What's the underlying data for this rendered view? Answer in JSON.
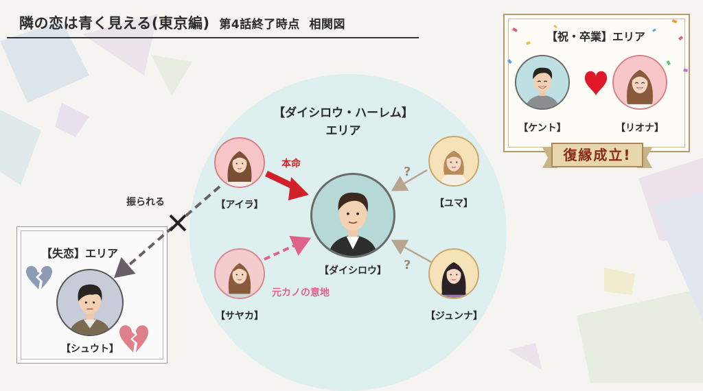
{
  "title": {
    "main": "隣の恋は青く見える(東京編)",
    "sub": "第4話終了時点",
    "suffix": "相関図"
  },
  "harem_area": {
    "title_line1": "【ダイシロウ・ハーレム】",
    "title_line2": "エリア"
  },
  "people": {
    "daishirou": "【ダイシロウ】",
    "aira": "【アイラ】",
    "sayaka": "【サヤカ】",
    "yuma": "【ユマ】",
    "junna": "【ジュンナ】",
    "shuuto": "【シュウト】",
    "kento": "【ケント】",
    "riona": "【リオナ】"
  },
  "relations": {
    "honmei": "本命",
    "motokano": "元カノの意地",
    "furareru": "振られる",
    "question1": "?",
    "question2": "?"
  },
  "loss_area": {
    "title": "【失恋】エリア"
  },
  "grad_area": {
    "title": "【祝・卒業】エリア",
    "banner": "復縁成立!"
  },
  "colors": {
    "honmei_arrow": "#d0202a",
    "motokano_arrow": "#e0628a",
    "rejected_arrow": "#6a5e66",
    "question_arrow": "#b9a58f",
    "heart": "#e0182a",
    "harem_circle": "#dbeef0"
  },
  "icons": [
    "broken-heart-icon",
    "heart-icon",
    "cross-mark-icon",
    "confetti-icon",
    "ribbon-banner-icon"
  ]
}
